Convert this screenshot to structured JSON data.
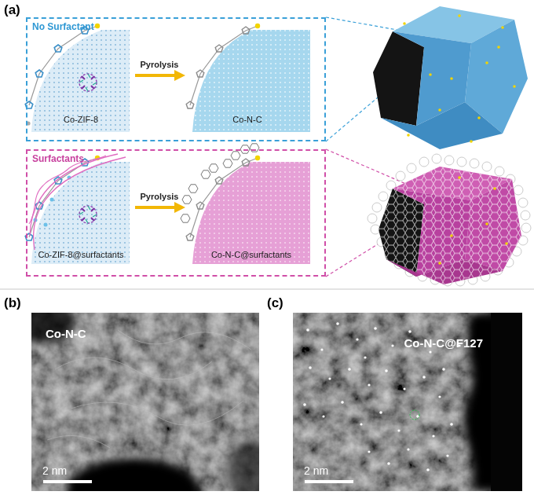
{
  "diagram": {
    "nodes": [
      {
        "text": [
          "No Surfactant"
        ]
      },
      {
        "text": [
          "Surfactants"
        ]
      },
      {
        "text": [
          "Co-N-C",
          "2 nm"
        ]
      },
      {
        "text": [
          "Co-N-C@F127",
          "2 nm"
        ]
      }
    ],
    "labels": [
      "(a)",
      "Pyrolysis",
      "Co-ZIF-8",
      "Co-N-C",
      "Pyrolysis",
      "Co-ZIF-8@surfactants",
      "Co-N-C@surfactants",
      "(b)",
      "(c)"
    ]
  }
}
